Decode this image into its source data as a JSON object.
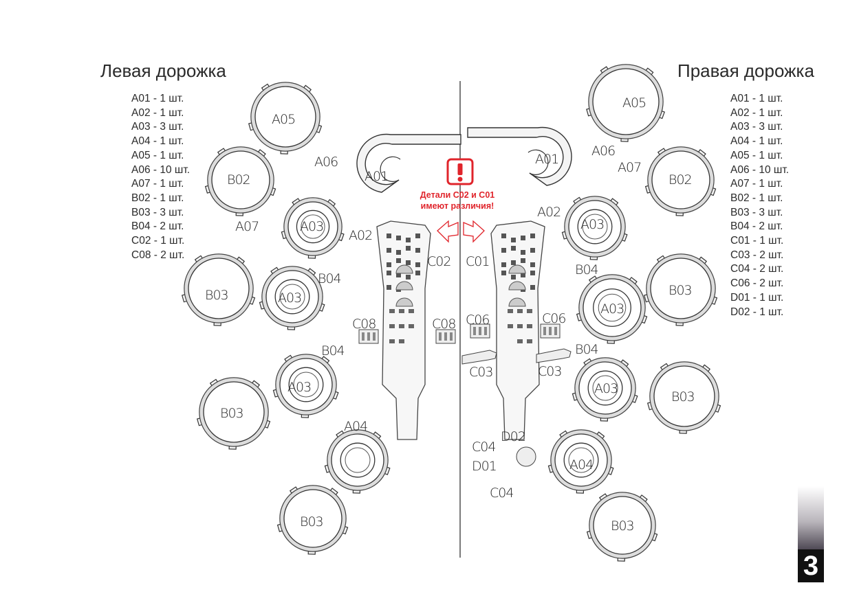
{
  "left": {
    "title": "Левая дорожка",
    "items": [
      "A01 - 1 шт.",
      "A02 - 1 шт.",
      "A03 - 3 шт.",
      "A04 - 1 шт.",
      "A05 - 1 шт.",
      "A06 - 10 шт.",
      "A07 - 1 шт.",
      "B02 - 1 шт.",
      "B03 - 3 шт.",
      "B04 - 2 шт.",
      "C02 - 1 шт.",
      "C08 - 2 шт."
    ],
    "labels": [
      "A05",
      "B02",
      "A06",
      "A01",
      "A07",
      "A03",
      "A02",
      "B03",
      "A03",
      "B04",
      "C02",
      "C08",
      "C08",
      "B04",
      "A03",
      "B03",
      "A04",
      "B03"
    ]
  },
  "right": {
    "title": "Правая дорожка",
    "items": [
      "A01 - 1 шт.",
      "A02 - 1 шт.",
      "A03 - 3 шт.",
      "A04 - 1 шт.",
      "A05 - 1 шт.",
      "A06 - 10 шт.",
      "A07 - 1 шт.",
      "B02 - 1 шт.",
      "B03 - 3 шт.",
      "B04 - 2 шт.",
      "C01 - 1 шт.",
      "C03 - 2 шт.",
      "C04 - 2 шт.",
      "C06 - 2 шт.",
      "D01 - 1 шт.",
      "D02 - 1 шт."
    ],
    "labels": [
      "A05",
      "A01",
      "A06",
      "A07",
      "B02",
      "A02",
      "A03",
      "C01",
      "B04",
      "B03",
      "A03",
      "C06",
      "C06",
      "B04",
      "C03",
      "C03",
      "A03",
      "B03",
      "C04",
      "D02",
      "D01",
      "A04",
      "C04",
      "B03"
    ]
  },
  "warning": {
    "icon": "exclamation-icon",
    "line1": "Детали C02  и C01",
    "line2": "имеют различия!",
    "color": "#e0242b"
  },
  "page_number": "3"
}
